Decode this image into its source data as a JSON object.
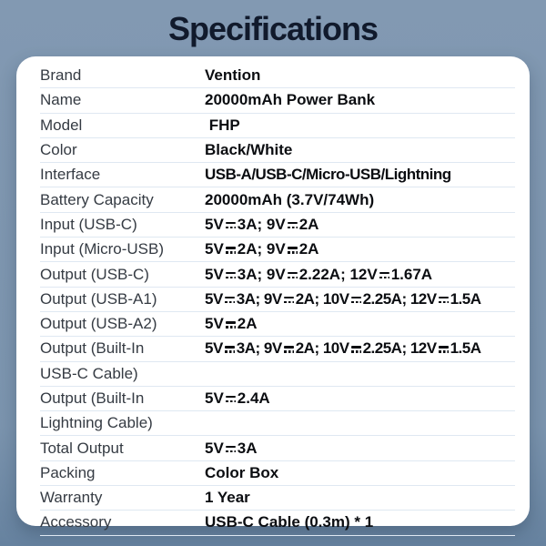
{
  "header": {
    "title": "Specifications"
  },
  "spec_table": {
    "rows": [
      {
        "label": "Brand",
        "value": "Vention"
      },
      {
        "label": "Name",
        "value": "20000mAh Power Bank"
      },
      {
        "label": "Model",
        "value": " FHP"
      },
      {
        "label": "Color",
        "value": "Black/White"
      },
      {
        "label": "Interface",
        "value": "USB-A/USB-C/Micro-USB/Lightning"
      },
      {
        "label": "Battery Capacity",
        "value": "20000mAh (3.7V/74Wh)"
      },
      {
        "label": "Input (USB-C)",
        "value": "5V⎓3A; 9V⎓2A"
      },
      {
        "label": "Input (Micro-USB)",
        "value": "5V⎓2A; 9V⎓2A"
      },
      {
        "label": "Output (USB-C)",
        "value": "5V⎓3A; 9V⎓2.22A; 12V⎓1.67A"
      },
      {
        "label": "Output (USB-A1)",
        "value": "5V⎓3A; 9V⎓2A; 10V⎓2.25A; 12V⎓1.5A"
      },
      {
        "label": "Output (USB-A2)",
        "value": "5V⎓2A"
      },
      {
        "label": "Output (Built-In",
        "value": "5V⎓3A; 9V⎓2A; 10V⎓2.25A; 12V⎓1.5A"
      },
      {
        "label": "USB-C Cable)",
        "value": ""
      },
      {
        "label": "Output (Built-In",
        "value": "5V⎓2.4A"
      },
      {
        "label": "Lightning Cable)",
        "value": ""
      },
      {
        "label": "Total Output",
        "value": "5V⎓3A"
      },
      {
        "label": "Packing",
        "value": "Color Box"
      },
      {
        "label": "Warranty",
        "value": "1 Year"
      },
      {
        "label": "Accessory",
        "value": "USB-C Cable (0.3m) * 1"
      }
    ]
  },
  "colors": {
    "background": "#7b94ae",
    "card": "#ffffff",
    "title_text": "#111a2c",
    "label_text": "#353b43",
    "value_text": "#0b0d11",
    "divider": "#dfe8f2"
  }
}
